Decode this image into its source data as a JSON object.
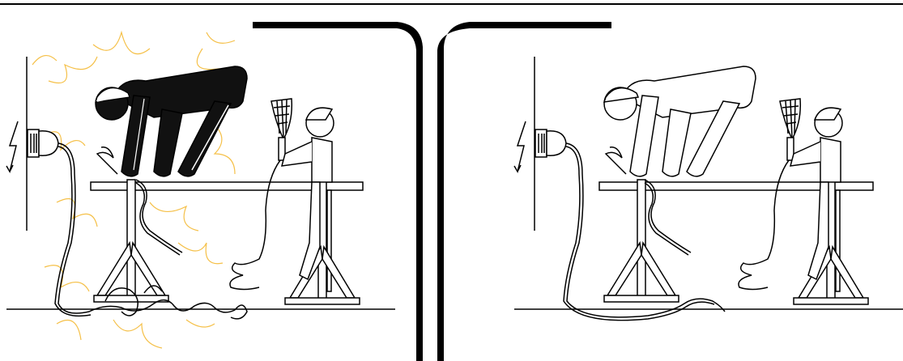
{
  "colors": {
    "line": "#000000",
    "fill_dark": "#111111",
    "spark": "#f5c048",
    "background": "#ffffff"
  },
  "panels": [
    {
      "id": "left",
      "state": "shock-hazard",
      "icons": [
        "lightning-icon",
        "plug-icon",
        "spark-icon"
      ]
    },
    {
      "id": "right",
      "state": "safe",
      "icons": [
        "lightning-icon",
        "plug-icon"
      ]
    }
  ]
}
